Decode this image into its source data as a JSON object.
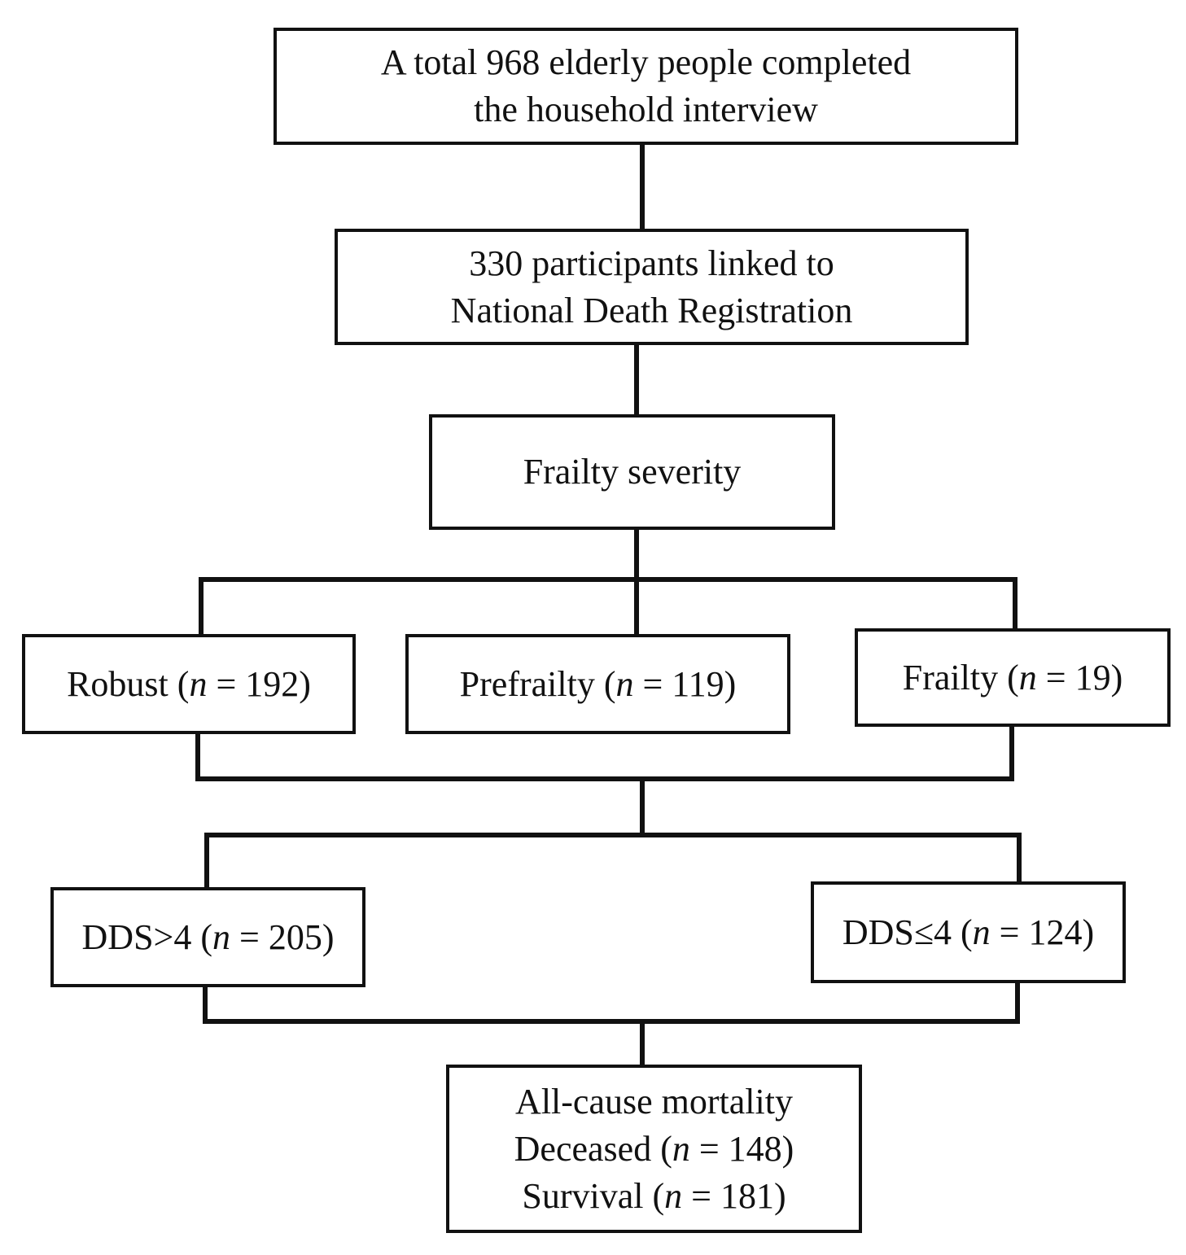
{
  "boxes": {
    "total": {
      "line1": "A total 968 elderly people completed",
      "line2": "the household interview"
    },
    "linked": {
      "line1": "330 participants linked to",
      "line2": "National Death Registration"
    },
    "frailty_severity": {
      "label": "Frailty severity"
    },
    "robust": {
      "label": "Robust (",
      "n": "n",
      "value": " = 192)"
    },
    "prefrailty": {
      "label": "Prefrailty (",
      "n": "n",
      "value": " = 119)"
    },
    "frailty": {
      "label": "Frailty (",
      "n": "n",
      "value": " = 19)"
    },
    "dds_high": {
      "label": "DDS>4 (",
      "n": "n",
      "value": " = 205)"
    },
    "dds_low": {
      "label": "DDS≤4 (",
      "n": "n",
      "value": " = 124)"
    },
    "outcome": {
      "title": "All-cause mortality",
      "deceased_label": "Deceased (",
      "deceased_n": "n",
      "deceased_value": " = 148)",
      "survival_label": "Survival (",
      "survival_n": "n",
      "survival_value": " = 181)"
    }
  }
}
